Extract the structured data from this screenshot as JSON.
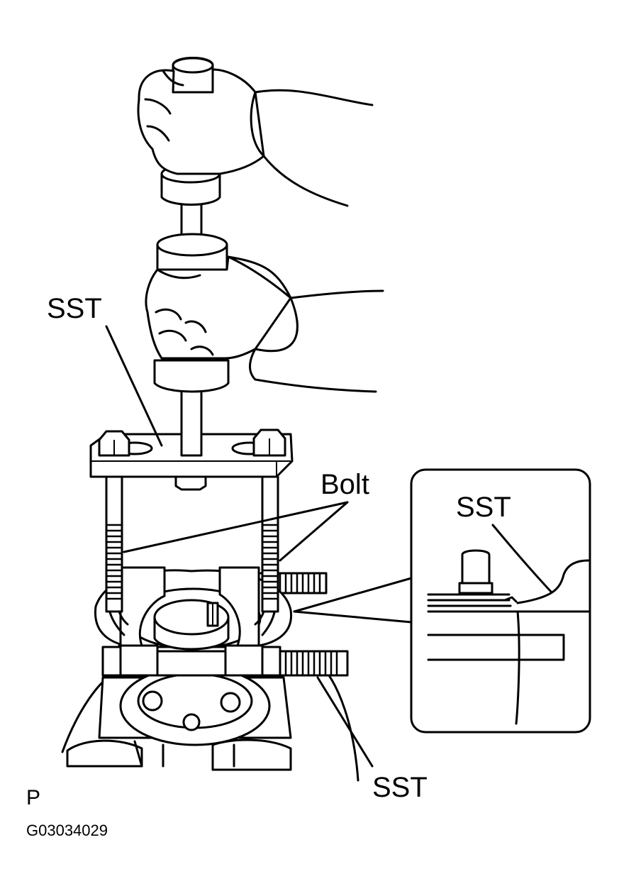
{
  "figure": {
    "labels": {
      "sst_top": "SST",
      "bolt": "Bolt",
      "sst_inset": "SST",
      "sst_bottom": "SST"
    },
    "view_mark": "P",
    "figure_code": "G03034029"
  }
}
